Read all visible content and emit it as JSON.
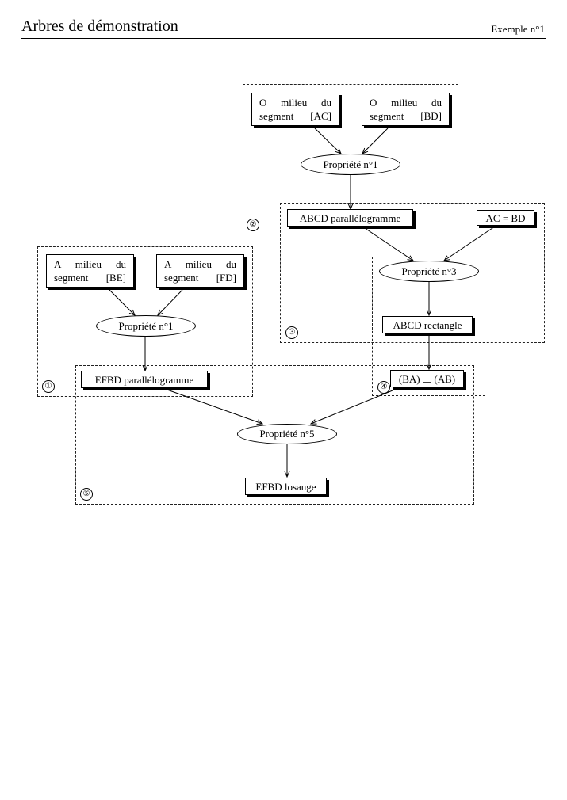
{
  "header": {
    "title": "Arbres de démonstration",
    "example": "Exemple n°1"
  },
  "zones": [
    "①",
    "②",
    "③",
    "④",
    "⑤"
  ],
  "nodes": {
    "o_mid_ac": {
      "l1": "O milieu du",
      "l2": "segment [AC]"
    },
    "o_mid_bd": {
      "l1": "O milieu du",
      "l2": "segment [BD]"
    },
    "prop1_top": "Propriété n°1",
    "abcd_para": "ABCD parallélogramme",
    "ac_eq_bd": "AC = BD",
    "prop3": "Propriété n°3",
    "abcd_rect": "ABCD rectangle",
    "ba_perp_ab": "(BA) ⊥ (AB)",
    "a_mid_be": {
      "l1": "A milieu du",
      "l2": "segment [BE]"
    },
    "a_mid_fd": {
      "l1": "A milieu du",
      "l2": "segment [FD]"
    },
    "prop1_left": "Propriété n°1",
    "efbd_para": "EFBD parallélogramme",
    "prop5": "Propriété n°5",
    "efbd_losange": "EFBD losange"
  }
}
